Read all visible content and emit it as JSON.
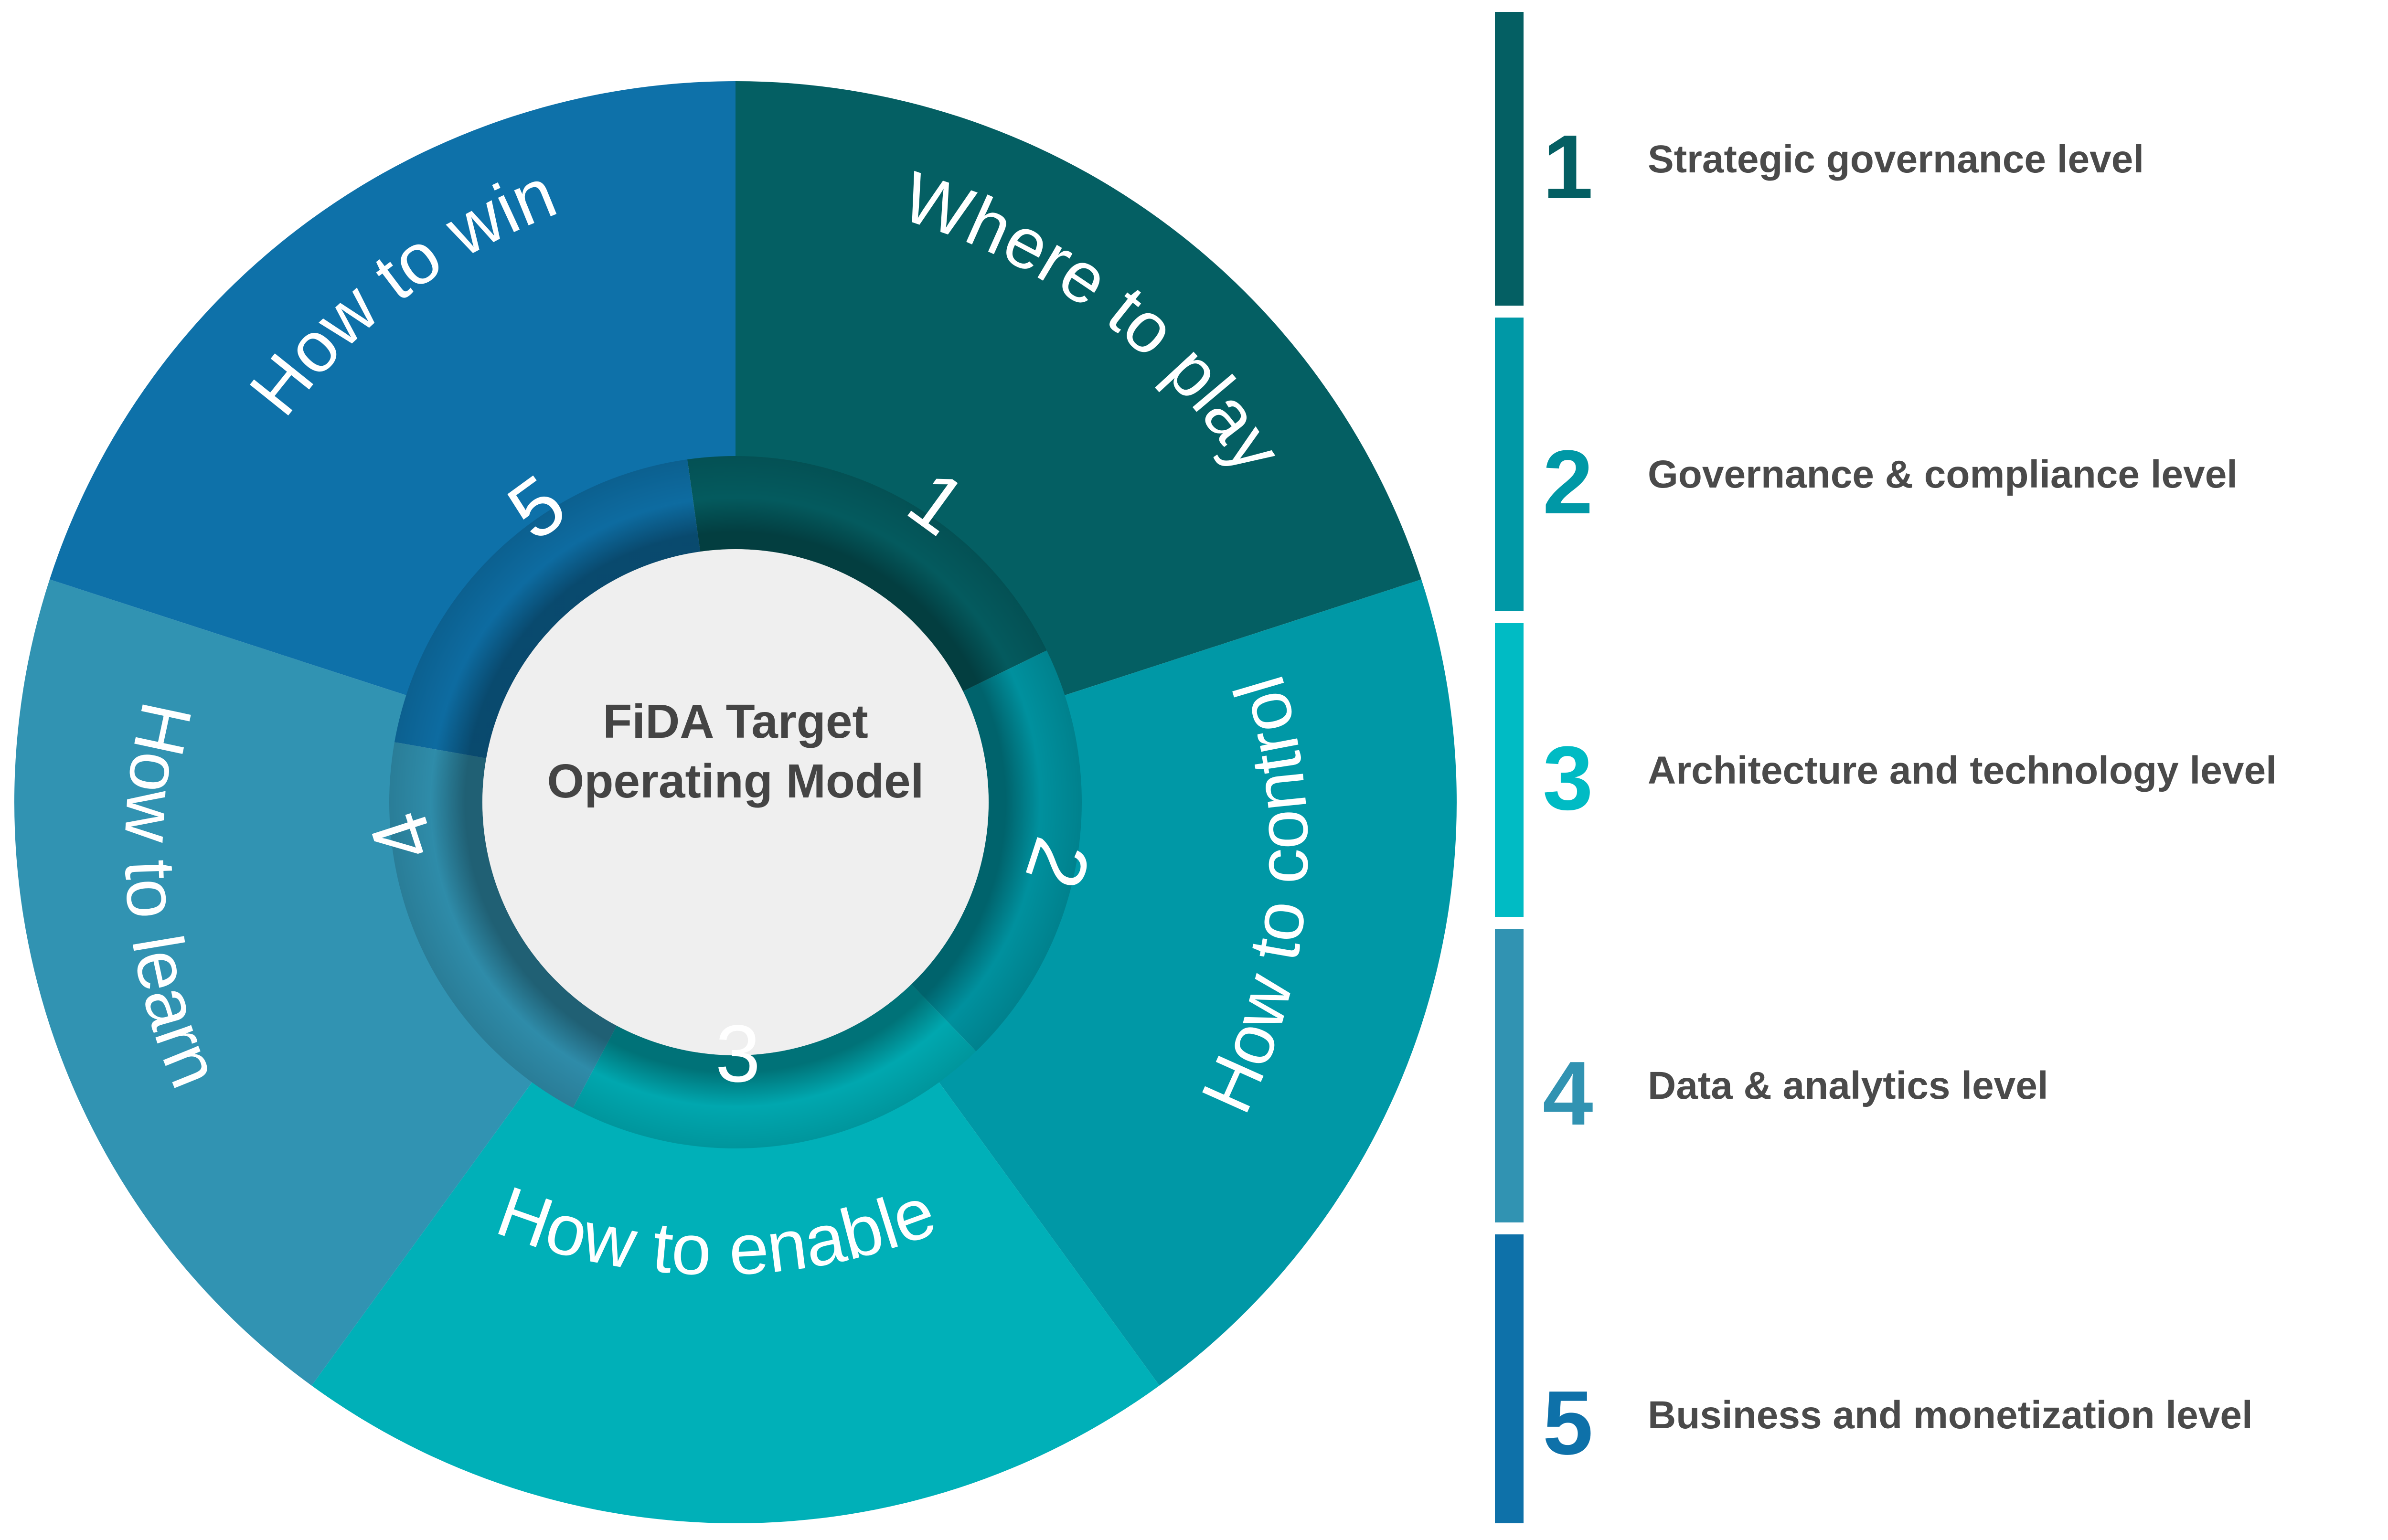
{
  "center": {
    "line1": "FiDA Target",
    "line2": "Operating Model"
  },
  "segments": [
    {
      "num": "1",
      "label": "Where to play",
      "color": "#045F63"
    },
    {
      "num": "2",
      "label": "How to control",
      "color": "#0098A6"
    },
    {
      "num": "3",
      "label": "How to enable",
      "color": "#00B0B8"
    },
    {
      "num": "4",
      "label": "How to learn",
      "color": "#3193B2"
    },
    {
      "num": "5",
      "label": "How to win",
      "color": "#0E71A9"
    }
  ],
  "legend": [
    {
      "num": "1",
      "text": "Strategic governance level",
      "color": "#045F63"
    },
    {
      "num": "2",
      "text": "Governance & compliance level",
      "color": "#0098A6"
    },
    {
      "num": "3",
      "text": "Architecture and technology level",
      "color": "#00BBC4"
    },
    {
      "num": "4",
      "text": "Data & analytics level",
      "color": "#3193B2"
    },
    {
      "num": "5",
      "text": "Business and monetization level",
      "color": "#0E71A9"
    }
  ]
}
